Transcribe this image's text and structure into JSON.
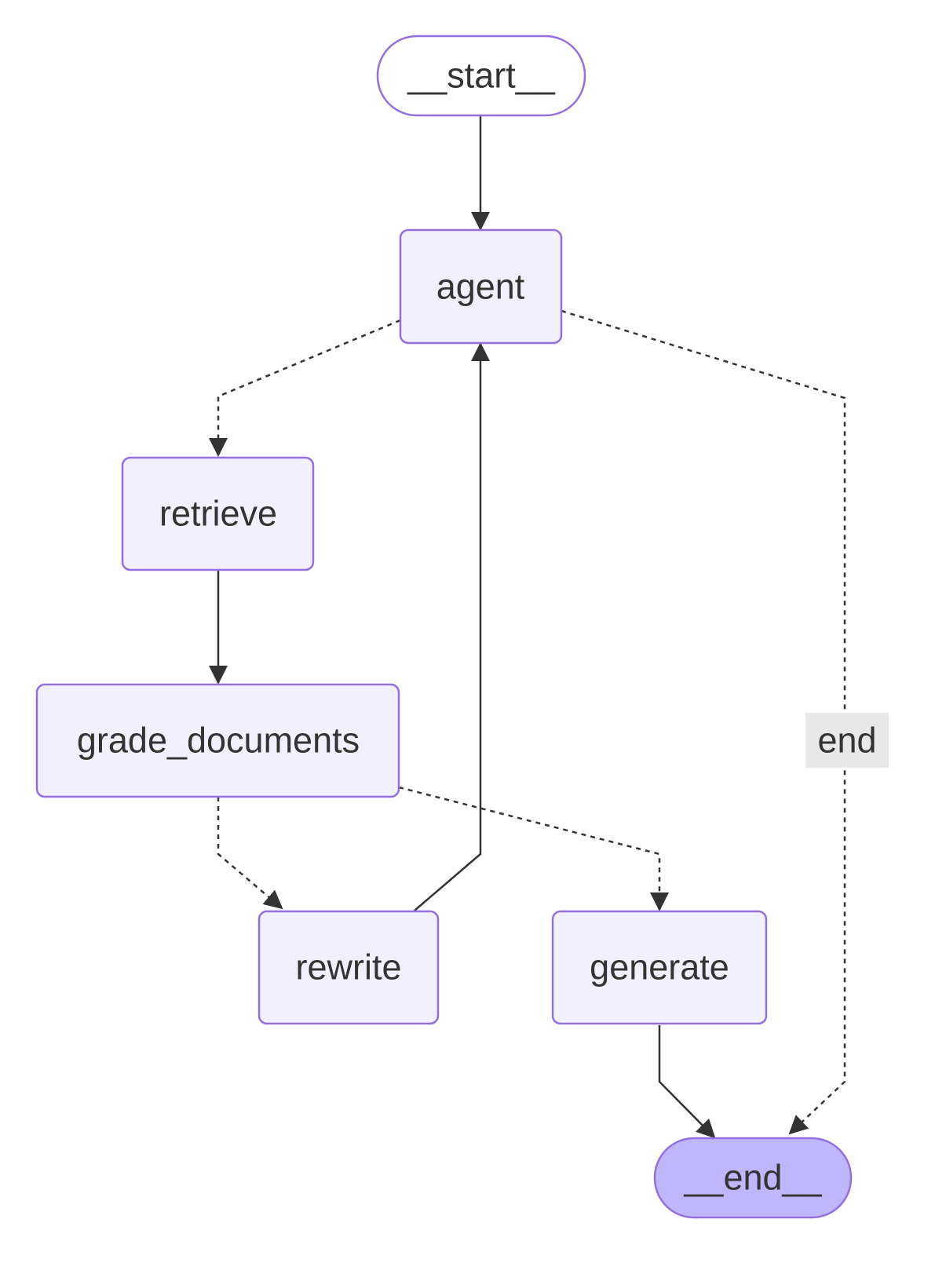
{
  "nodes": {
    "start": {
      "label": "__start__"
    },
    "agent": {
      "label": "agent"
    },
    "retrieve": {
      "label": "retrieve"
    },
    "grade_documents": {
      "label": "grade_documents"
    },
    "rewrite": {
      "label": "rewrite"
    },
    "generate": {
      "label": "generate"
    },
    "end": {
      "label": "__end__"
    }
  },
  "edges": {
    "agent_to_end": {
      "label": "end"
    }
  },
  "colors": {
    "node_fill": "#f2f0ff",
    "node_stroke": "#9370db",
    "terminal_fill": "#ffffff",
    "end_fill": "#bfb6fc",
    "edge": "#333333",
    "edge_label_bg": "#e8e8e8"
  }
}
